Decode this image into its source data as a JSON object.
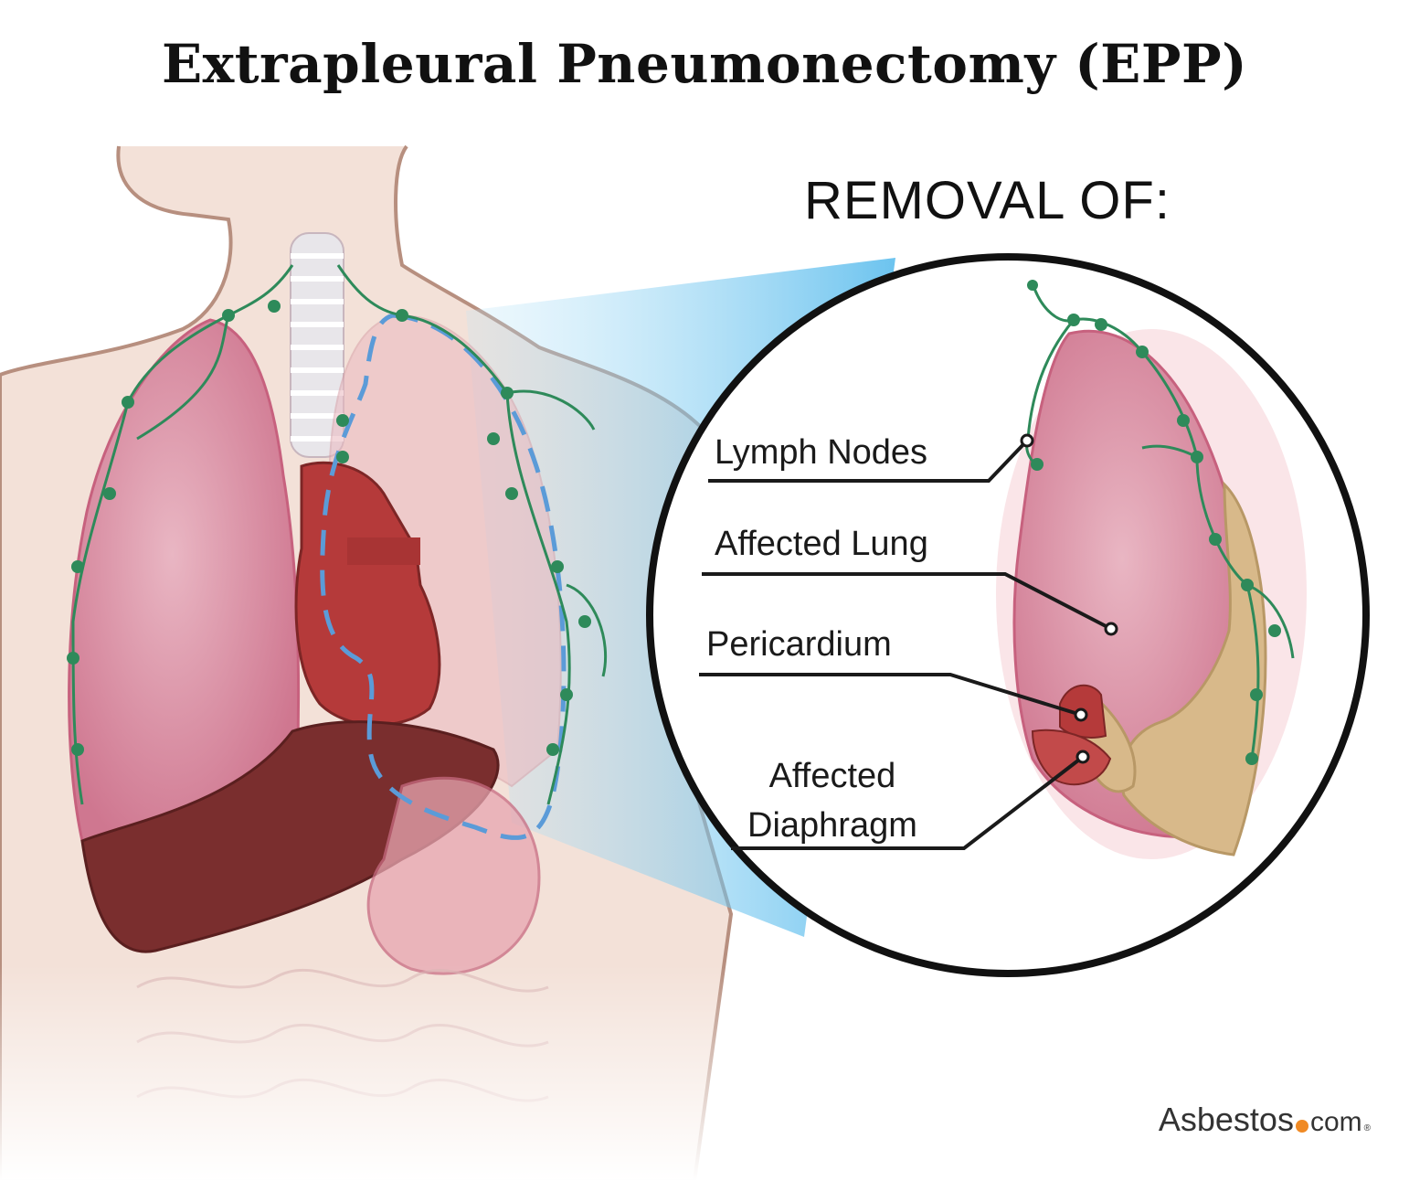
{
  "title": "Extrapleural Pneumonectomy (EPP)",
  "removal_heading": "REMOVAL OF:",
  "callouts": [
    {
      "label": "Lymph Nodes"
    },
    {
      "label": "Affected Lung"
    },
    {
      "label": "Pericardium"
    },
    {
      "label": "Affected Diaphragm",
      "lines": [
        "Affected",
        "Diaphragm"
      ]
    }
  ],
  "logo": {
    "name": "Asbestos",
    "suffix": "com",
    "mark": "®"
  },
  "colors": {
    "skin": "#f1ddd3",
    "skin_outline": "#b78f7f",
    "lung": "#d98aa0",
    "lung_detail": "#e8b2c0",
    "heart": "#b53a3a",
    "liver": "#7a2e2e",
    "lymph": "#2e8a5a",
    "dashed_outline": "#5b9bd8",
    "tumor": "#d8b98a",
    "beam": "#7ccaf0"
  }
}
